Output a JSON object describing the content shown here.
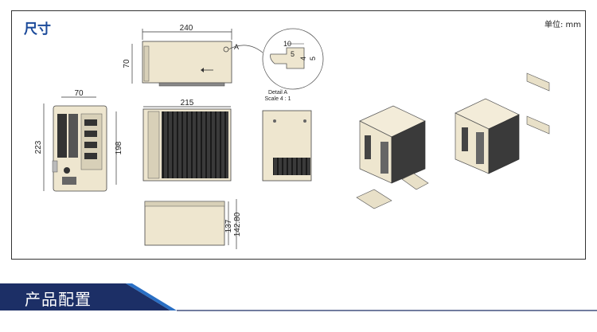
{
  "section": {
    "title": "尺寸",
    "unit_label": "单位: mm"
  },
  "dimensions": {
    "top_width": "240",
    "top_height": "70",
    "front_width": "70",
    "front_height": "223",
    "front_height_inner": "198",
    "side_width": "215",
    "bottom_depth_a": "137",
    "bottom_depth_b": "142.80",
    "point_a": "A"
  },
  "detail": {
    "dim_10": "10",
    "dim_5_top": "5",
    "dim_4": "4",
    "dim_5_right": "5",
    "caption_line1": "Detail A",
    "caption_line2": "Scale 4 : 1"
  },
  "footer": {
    "label": "产品配置"
  },
  "colors": {
    "title_blue": "#1b4a9a",
    "panel_beige": "#eee6cf",
    "footer_navy": "#1c2f66",
    "footer_blue": "#2a6fc4"
  }
}
